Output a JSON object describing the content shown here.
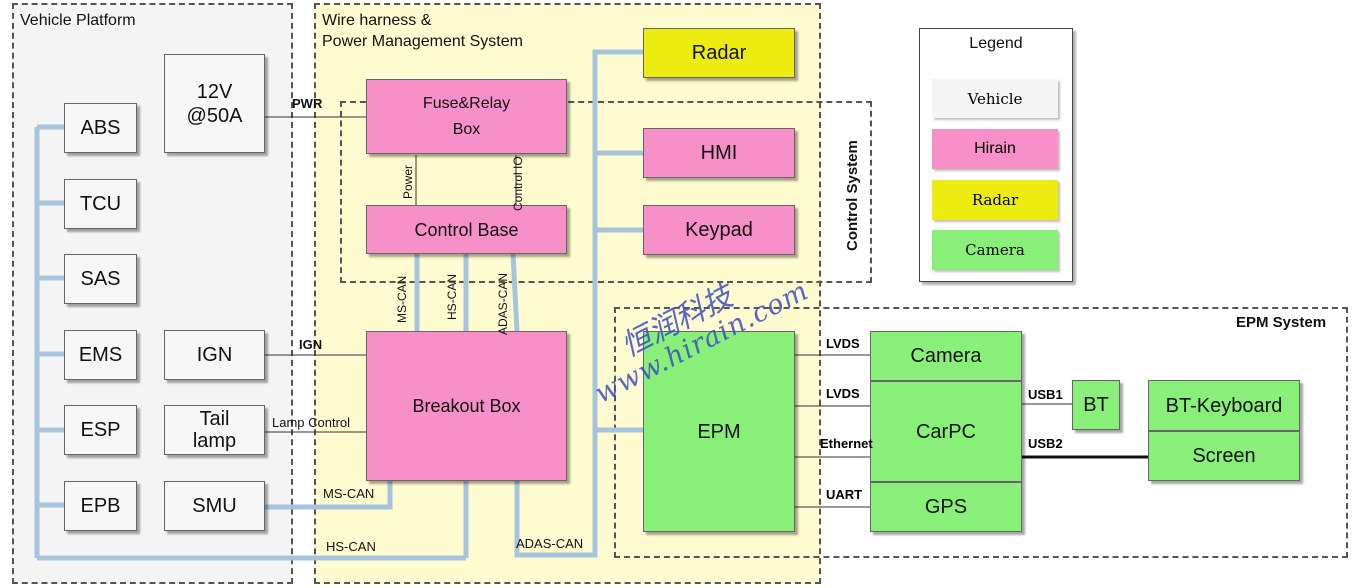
{
  "regions": {
    "vehicle": "Vehicle Platform",
    "wire_line1": "Wire harness &",
    "wire_line2": "Power Management System",
    "control": "Control System",
    "epm": "EPM System"
  },
  "vehicle_modules": [
    "ABS",
    "TCU",
    "SAS",
    "EMS",
    "ESP",
    "EPB"
  ],
  "power": {
    "line1": "12V",
    "line2": "@50A"
  },
  "ign": "IGN",
  "tail_lamp": {
    "line1": "Tail",
    "line2": "lamp"
  },
  "smu": "SMU",
  "fuse_relay": {
    "line1": "Fuse&Relay",
    "line2": "Box"
  },
  "control_base": "Control Base",
  "breakout_box": "Breakout Box",
  "radar": "Radar",
  "hmi": "HMI",
  "keypad": "Keypad",
  "epm": "EPM",
  "camera": "Camera",
  "carpc": "CarPC",
  "gps": "GPS",
  "bt": "BT",
  "bt_keyboard": "BT-Keyboard",
  "screen": "Screen",
  "connections": {
    "pwr": "PWR",
    "ign": "IGN",
    "lamp_control": "Lamp Control",
    "ms_can": "MS-CAN",
    "hs_can": "HS-CAN",
    "adas_can": "ADAS-CAN",
    "power": "Power",
    "control_io": "Control IO",
    "lvds_1": "LVDS",
    "lvds_2": "LVDS",
    "ethernet": "Ethernet",
    "uart": "UART",
    "usb1": "USB1",
    "usb2": "USB2"
  },
  "legend": {
    "title": "Legend",
    "items": [
      {
        "label": "Vehicle",
        "color": "#f4f4f4"
      },
      {
        "label": "Hirain",
        "color": "#f78fc9"
      },
      {
        "label": "Radar",
        "color": "#ecec10"
      },
      {
        "label": "Camera",
        "color": "#88f078"
      }
    ]
  },
  "watermark": {
    "cn": "恒润科技",
    "url": "www.hirain.com"
  },
  "colors": {
    "bus": "#a8c4dc",
    "vehicle": "#f4f4f4",
    "hirain": "#f78fc9",
    "radar": "#ecec10",
    "camera": "#88f078",
    "wire_bg": "#fffbd0"
  }
}
